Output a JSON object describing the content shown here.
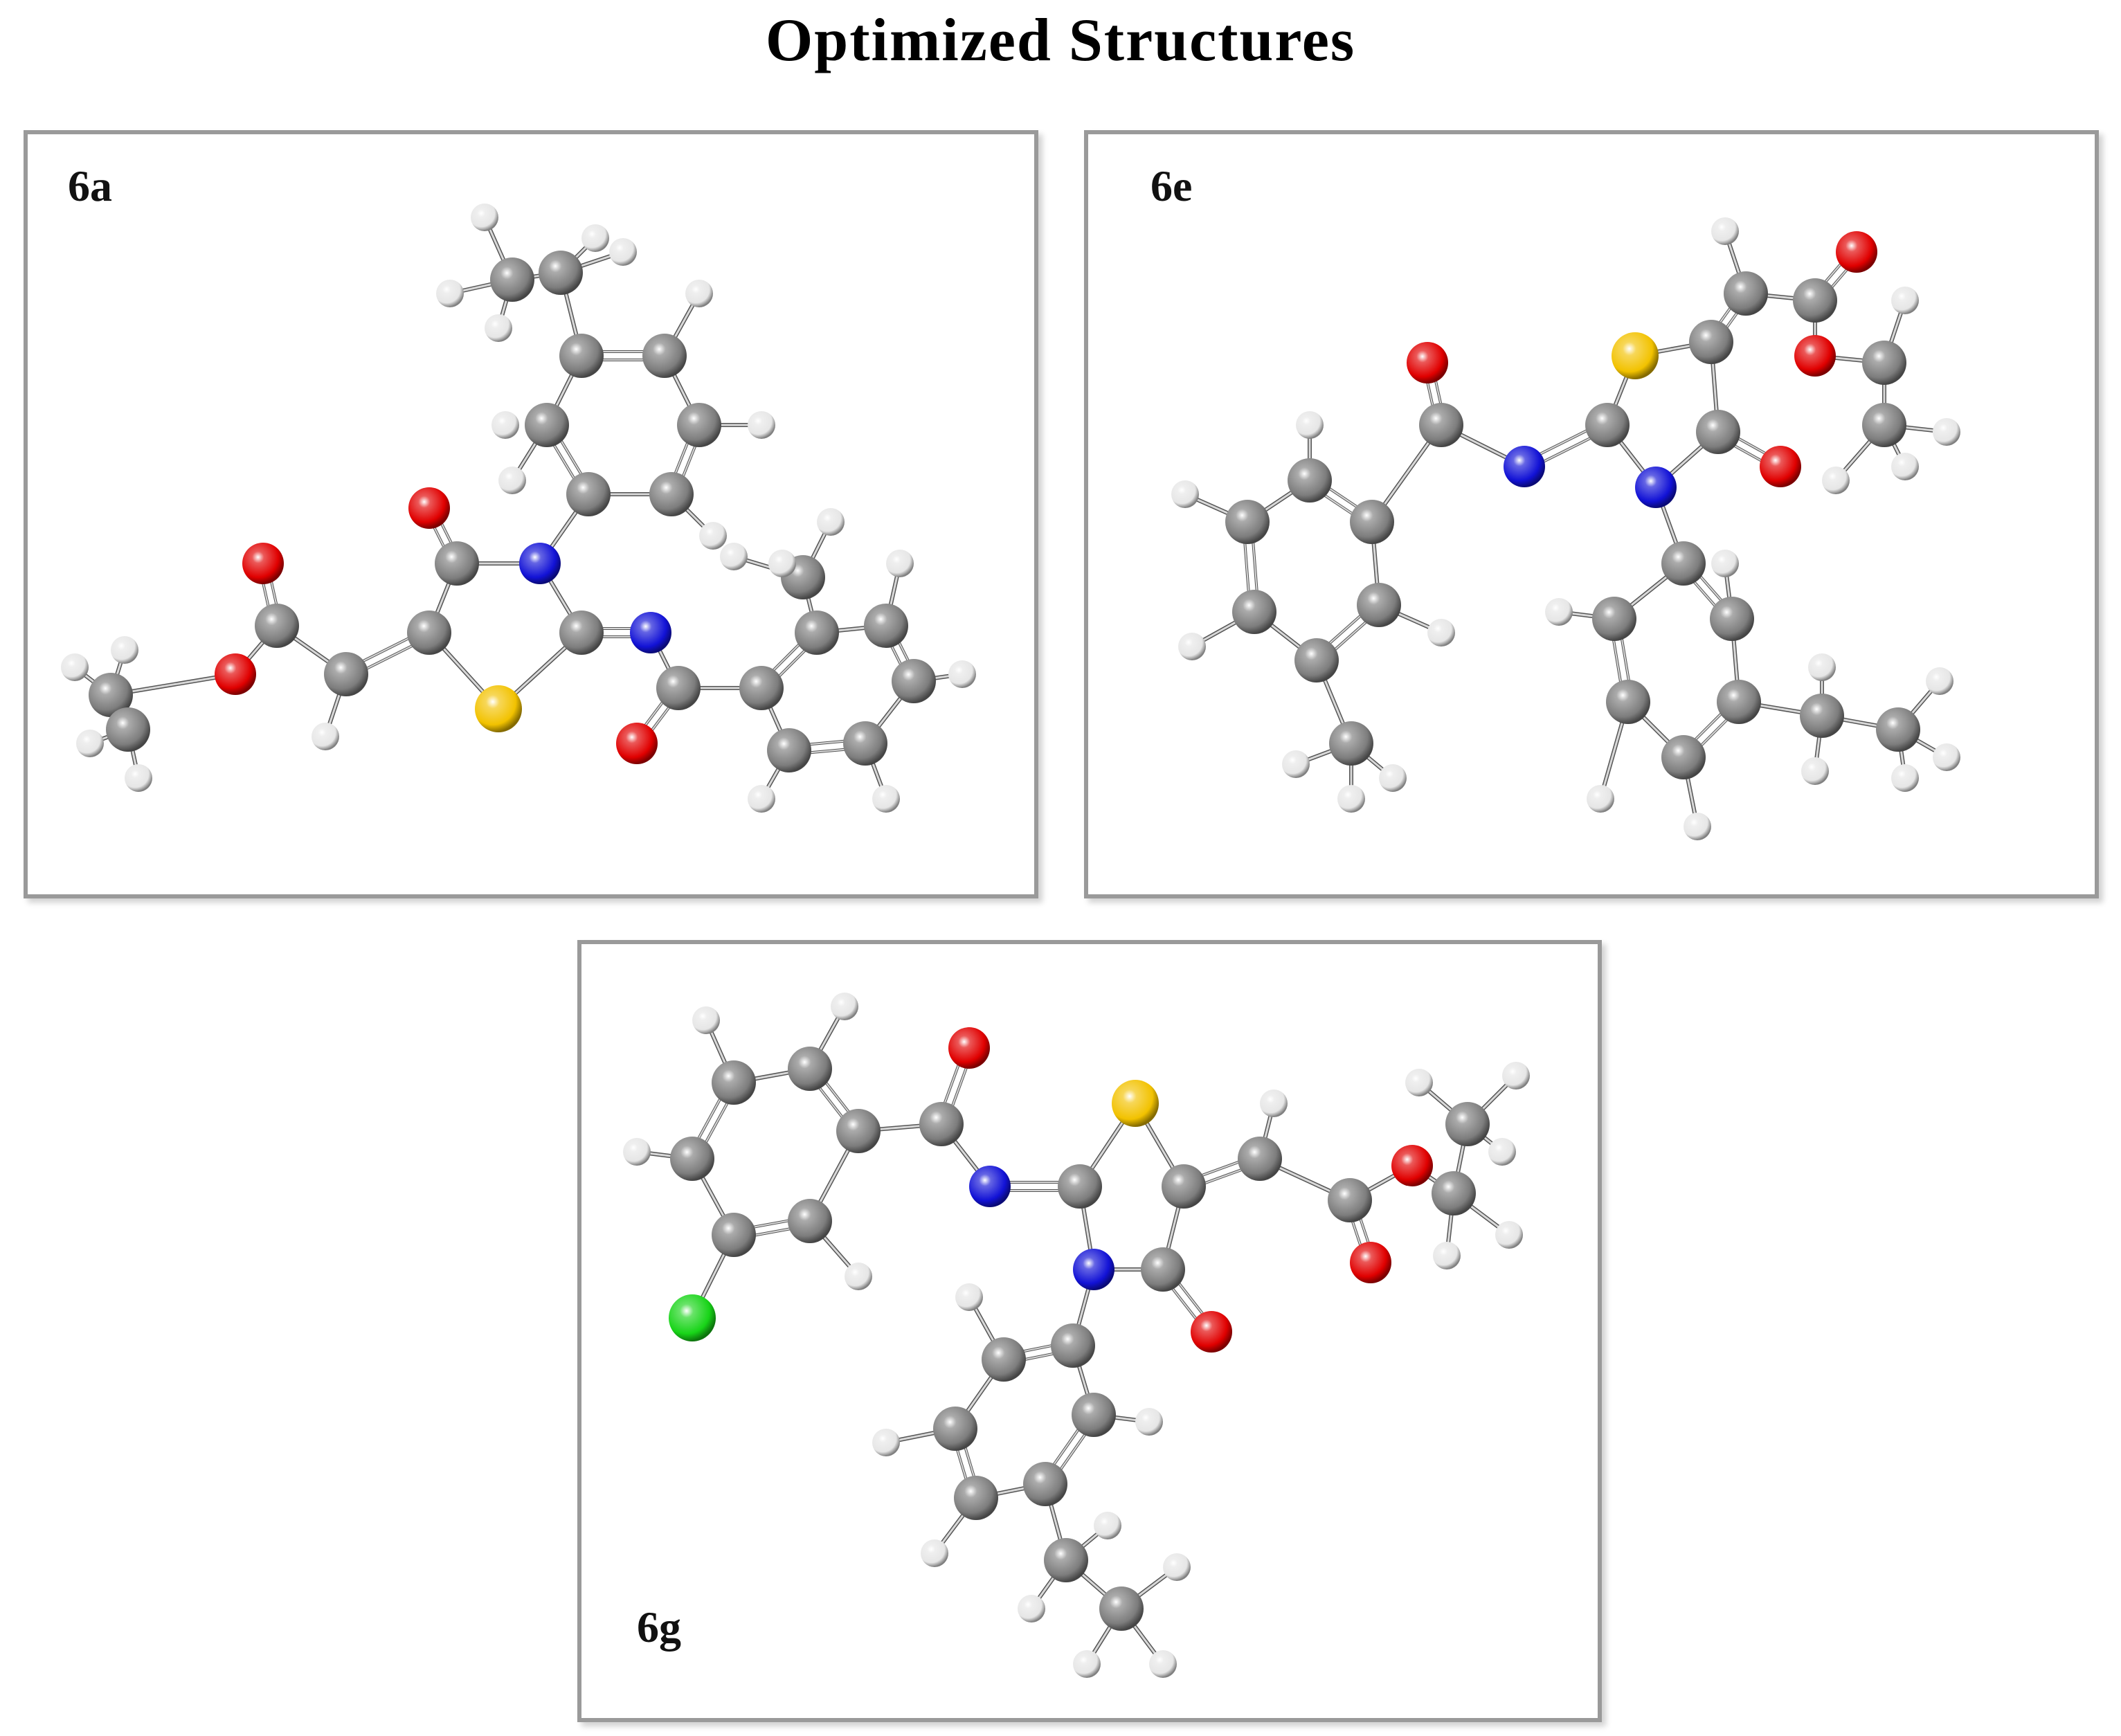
{
  "title": "Optimized Structures",
  "panels": [
    {
      "label": "6a"
    },
    {
      "label": "6e"
    },
    {
      "label": "6g"
    }
  ],
  "atom_colors": {
    "C": "#7d7d7d",
    "H": "#e6e6e6",
    "O": "#e00000",
    "N": "#1212d6",
    "S": "#f2c200",
    "Cl": "#18d418"
  }
}
